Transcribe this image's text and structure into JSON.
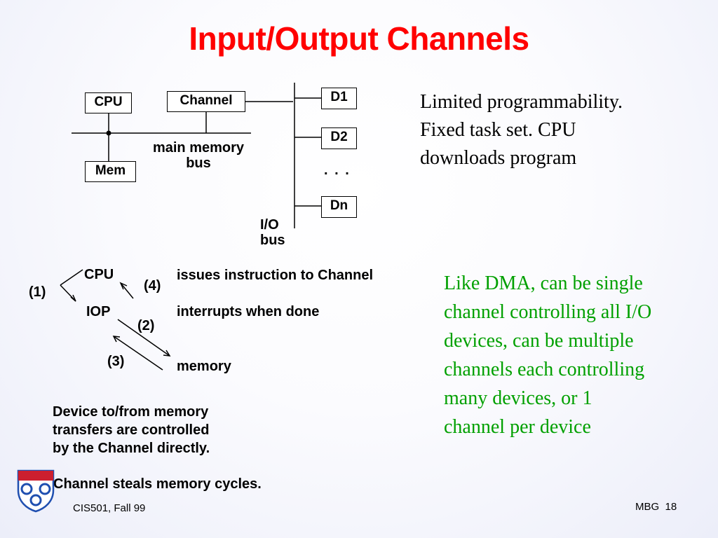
{
  "title": "Input/Output Channels",
  "diagram": {
    "cpu": "CPU",
    "channel": "Channel",
    "mem": "Mem",
    "main_bus_line1": "main memory",
    "main_bus_line2": "bus",
    "d1": "D1",
    "d2": "D2",
    "ellipsis": ". . .",
    "dn": "Dn",
    "io_bus_line1": "I/O",
    "io_bus_line2": "bus"
  },
  "flow": {
    "cpu": "CPU",
    "iop": "IOP",
    "step1": "(1)",
    "step2": "(2)",
    "step3": "(3)",
    "step4": "(4)",
    "issues": "issues instruction to Channel",
    "interrupts": "interrupts when done",
    "memory": "memory"
  },
  "notes": {
    "right_line1": "Limited programmability.",
    "right_line2": "Fixed task set.  CPU",
    "right_line3": "downloads program",
    "green_line1": "Like DMA, can be single",
    "green_line2": "channel controlling all I/O",
    "green_line3": "devices, can be multiple",
    "green_line4": "channels each controlling",
    "green_line5": "many devices, or 1",
    "green_line6": "channel per device",
    "device_line1": "Device to/from memory",
    "device_line2": "transfers are controlled",
    "device_line3": "by the Channel directly.",
    "steals": "Channel steals memory cycles."
  },
  "footer": {
    "course": "CIS501, Fall 99",
    "author": "MBG",
    "page": "18"
  },
  "colors": {
    "title": "#ff0000",
    "green_text": "#00a000",
    "logo_red": "#cc1f2f",
    "logo_blue": "#1f4fb0"
  }
}
